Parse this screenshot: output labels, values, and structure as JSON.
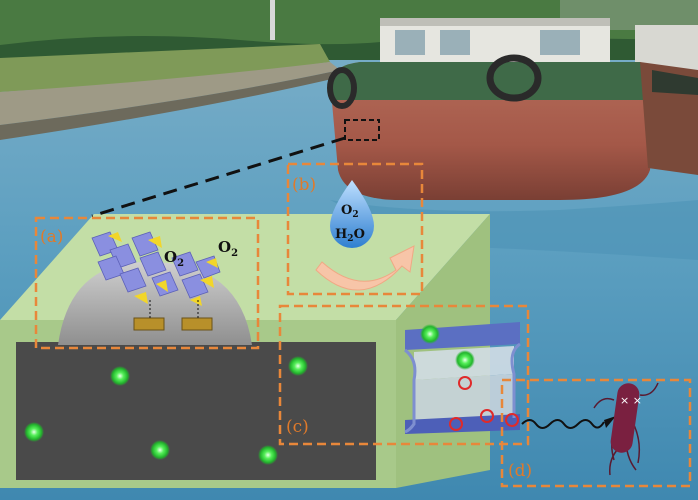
{
  "panels": {
    "a": {
      "label": "(a)",
      "species": [
        {
          "main": "O",
          "sub": "2"
        },
        {
          "main": "O",
          "sub": "2"
        }
      ]
    },
    "b": {
      "label": "(b)",
      "species": [
        {
          "main": "O",
          "sub": "2"
        },
        {
          "main": "H",
          "sub": "2",
          "tail": "O"
        }
      ]
    },
    "c": {
      "label": "(c)"
    },
    "d": {
      "label": "(d)"
    }
  },
  "colors": {
    "highlight_box": "#e8873a",
    "water": "#5fa5c4",
    "block_side": "#a8c98a",
    "block_top": "#c3dea6",
    "dark_slab": "#4a4a4a",
    "green_particle": "#3fe04a",
    "red_ring": "#e02a2a",
    "bacteria": "#7a2040",
    "droplet": "#3f8fd8",
    "arrow": "#f7c5a8",
    "crystal_blue": "#8a8fe0",
    "crystal_yellow": "#f2d62a"
  },
  "icons": [
    "water-droplet-icon",
    "bacteria-icon",
    "curved-arrow-icon",
    "squiggle-arrow-icon"
  ]
}
